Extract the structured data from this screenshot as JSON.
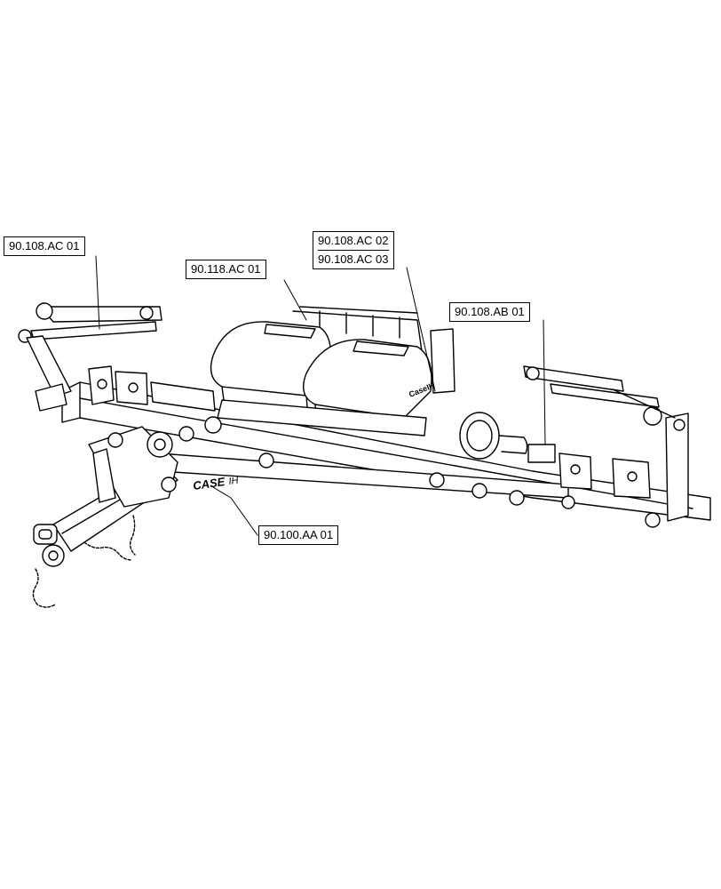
{
  "callouts": {
    "ac01": "90.108.AC 01",
    "ac118": "90.118.AC 01",
    "ac02": "90.108.AC 02",
    "ac03": "90.108.AC 03",
    "ab01": "90.108.AB 01",
    "aa01": "90.100.AA 01"
  },
  "decals": {
    "toolbar_brand": "CASE",
    "toolbar_brand_suffix": "IH",
    "hopper_brand": "CaseIH"
  },
  "colors": {
    "line": "#000000",
    "background": "#ffffff"
  }
}
